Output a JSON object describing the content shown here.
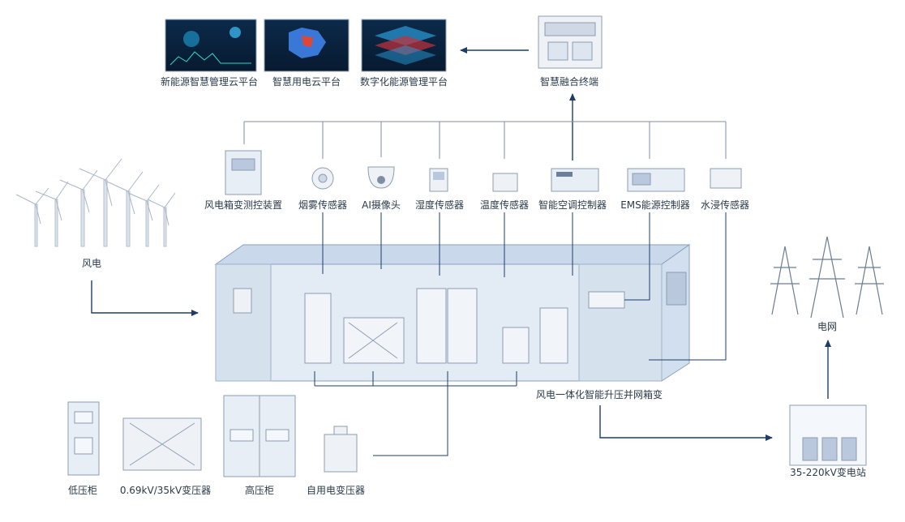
{
  "platforms": [
    {
      "label": "新能源智慧管理云平台"
    },
    {
      "label": "智慧用电云平台"
    },
    {
      "label": "数字化能源管理平台"
    }
  ],
  "terminal": {
    "label": "智慧融合终端"
  },
  "sensors": [
    {
      "label": "风电箱变测控装置"
    },
    {
      "label": "烟雾传感器"
    },
    {
      "label": "AI摄像头"
    },
    {
      "label": "湿度传感器"
    },
    {
      "label": "温度传感器"
    },
    {
      "label": "智能空调控制器"
    },
    {
      "label": "EMS能源控制器"
    },
    {
      "label": "水浸传感器"
    }
  ],
  "wind": {
    "label": "风电"
  },
  "grid": {
    "label": "电网"
  },
  "container": {
    "label": "风电一体化智能升压并网箱变"
  },
  "substation": {
    "label": "35-220kV变电站"
  },
  "components": [
    {
      "label": "低压柜"
    },
    {
      "label": "0.69kV/35kV变压器"
    },
    {
      "label": "高压柜"
    },
    {
      "label": "自用电变压器"
    }
  ],
  "colors": {
    "line": "#1f3d66",
    "thin": "#7f8ea3",
    "box": "#dfe8f3",
    "edge": "#9fb2cc"
  }
}
